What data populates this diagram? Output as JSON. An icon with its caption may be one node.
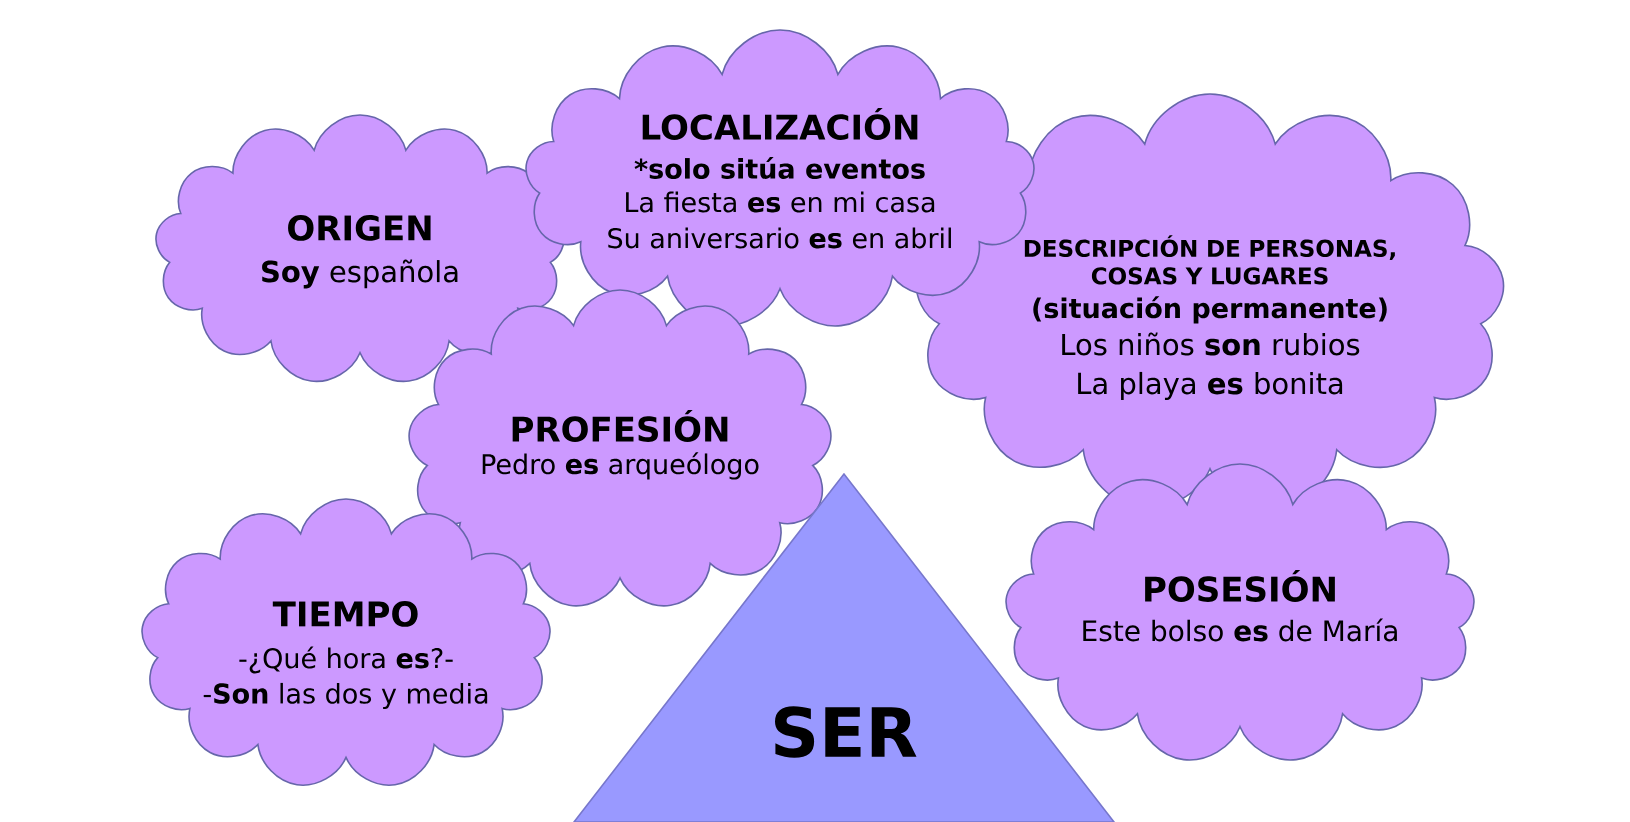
{
  "diagram": {
    "nodes": [
      {
        "text": [
          "LOCALIZACIÓN",
          "*solo sitúa eventos",
          "La fiesta **es** en mi casa",
          "Su aniversario **es** en abril"
        ]
      },
      {
        "text": [
          "ORIGEN",
          "**Soy** española"
        ]
      },
      {
        "text": [
          "DESCRIPCIÓN DE PERSONAS, COSAS Y LUGARES",
          "(situación permanente)",
          "Los niños **son** rubios",
          "La playa **es** bonita"
        ]
      },
      {
        "text": [
          "PROFESIÓN",
          "Pedro **es** arqueólogo"
        ]
      },
      {
        "text": [
          "TIEMPO",
          "-¿Qué hora **es**?-",
          "-**Son** las dos y media"
        ]
      },
      {
        "text": [
          "POSESIÓN",
          "Este bolso **es** de María"
        ]
      },
      {
        "text": [
          "SER"
        ]
      }
    ]
  }
}
